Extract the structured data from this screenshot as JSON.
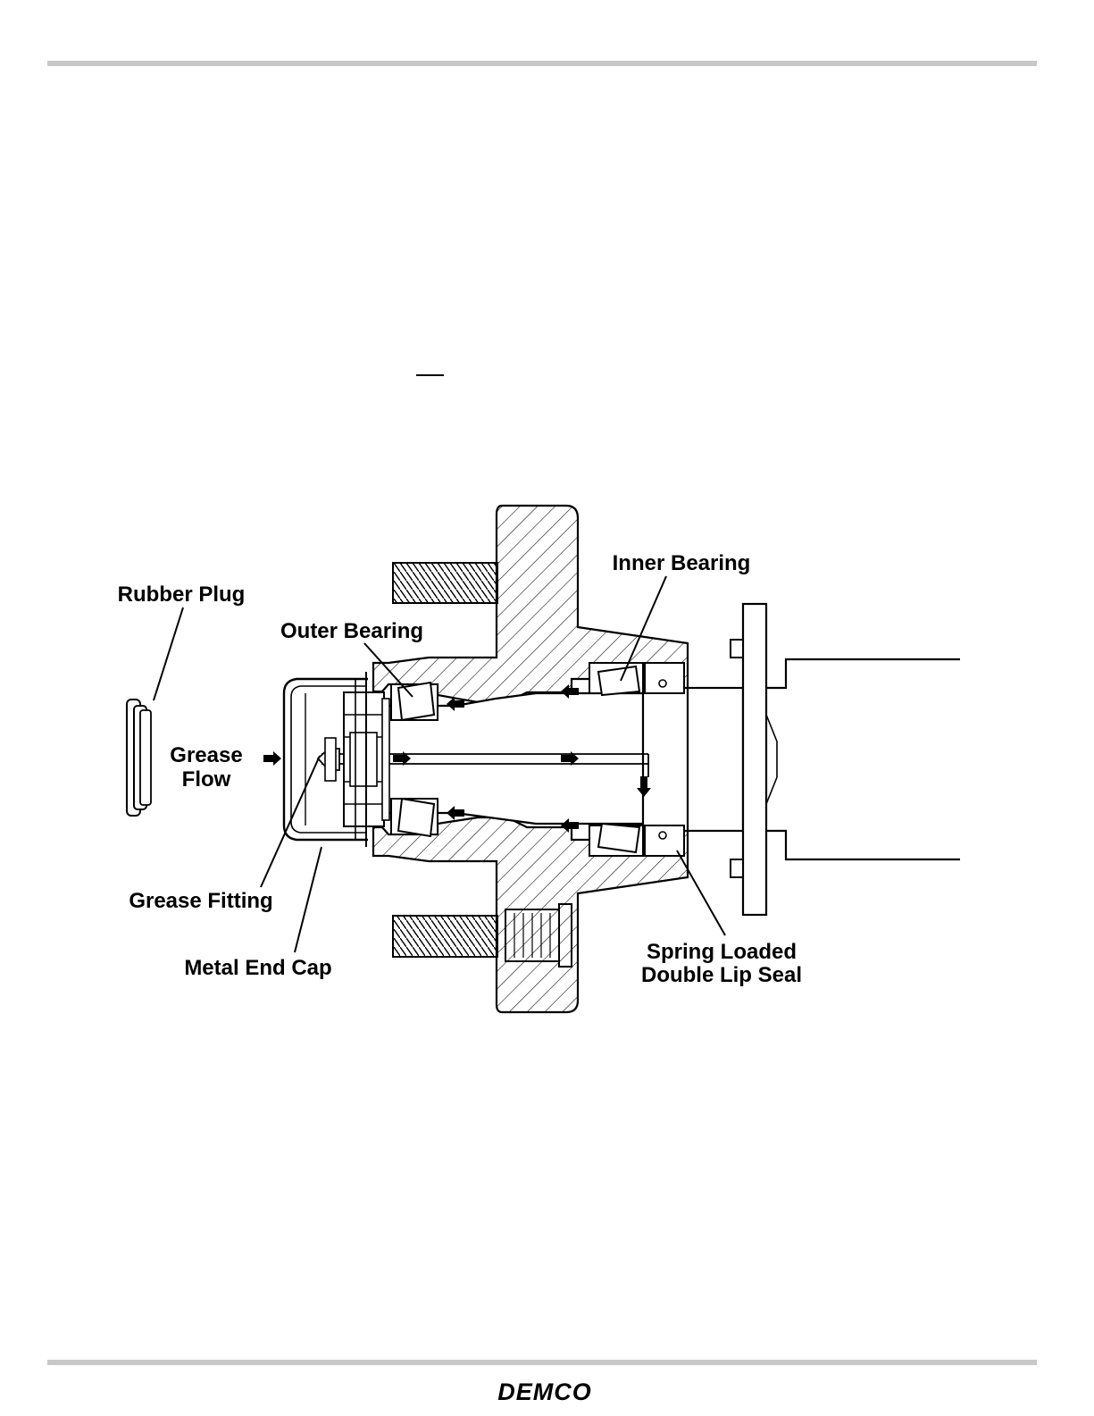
{
  "labels": {
    "rubber_plug": "Rubber Plug",
    "outer_bearing": "Outer Bearing",
    "inner_bearing": "Inner Bearing",
    "grease_flow_line1": "Grease",
    "grease_flow_line2": "Flow",
    "grease_fitting": "Grease Fitting",
    "metal_end_cap": "Metal End Cap",
    "seal_line1": "Spring Loaded",
    "seal_line2": "Double Lip Seal"
  },
  "footer": {
    "logo": "DEMCO"
  }
}
